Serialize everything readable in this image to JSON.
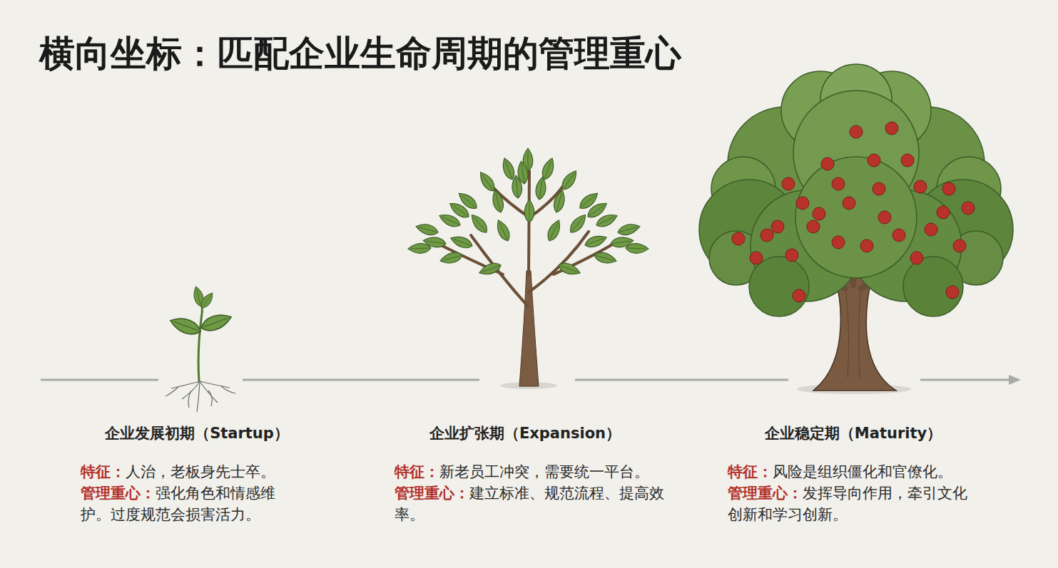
{
  "diagram": {
    "title": "横向坐标：匹配企业生命周期的管理重心",
    "labels": [
      "企业发展初期（Startup）",
      "特征：",
      "人治，老板身先士卒。",
      "管理重心：",
      "强化角色和情感维护。过度规范会损害活力。",
      "企业扩张期（Expansion）",
      "特征：",
      "新老员工冲突，需要统一平台。",
      "管理重心：",
      "建立标准、规范流程、提高效率。",
      "企业稳定期（Maturity）",
      "特征：",
      "风险是组织僵化和官僚化。",
      "管理重心：",
      "发挥导向作用，牵引文化创新和学习创新。"
    ]
  }
}
